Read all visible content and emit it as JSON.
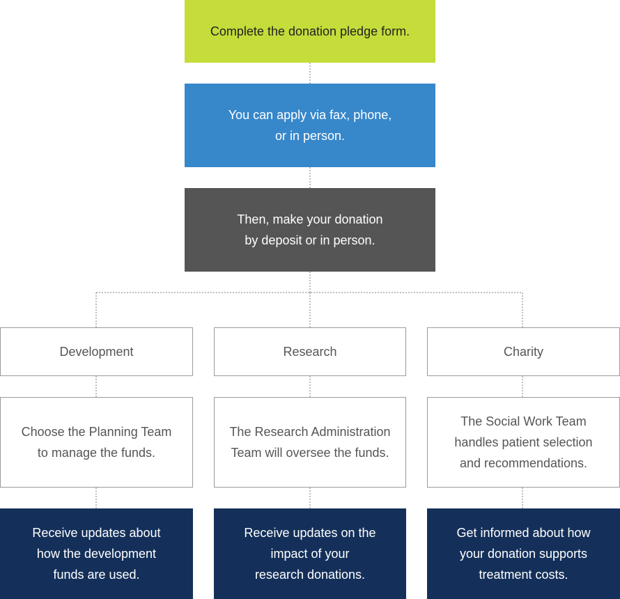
{
  "steps": {
    "pledge": "Complete the donation pledge form.",
    "apply": "You can apply via fax, phone,\nor in person.",
    "donate": "Then, make your donation\nby deposit or in person."
  },
  "branches": [
    {
      "title": "Development",
      "detail": "Choose the Planning Team\nto manage the funds.",
      "result": "Receive updates about\nhow the development\nfunds are used."
    },
    {
      "title": "Research",
      "detail": "The Research Administration\nTeam will oversee the funds.",
      "result": "Receive updates on the\nimpact of your\nresearch donations."
    },
    {
      "title": "Charity",
      "detail": "The Social Work Team\nhandles patient selection\nand recommendations.",
      "result": "Get informed about how\nyour donation supports\ntreatment costs."
    }
  ],
  "colors": {
    "pledge_bg": "#c5dc3a",
    "apply_bg": "#3787cb",
    "donate_bg": "#555555",
    "result_bg": "#14305a",
    "outline": "#9a9a9a",
    "connector": "#a8a8a8"
  }
}
